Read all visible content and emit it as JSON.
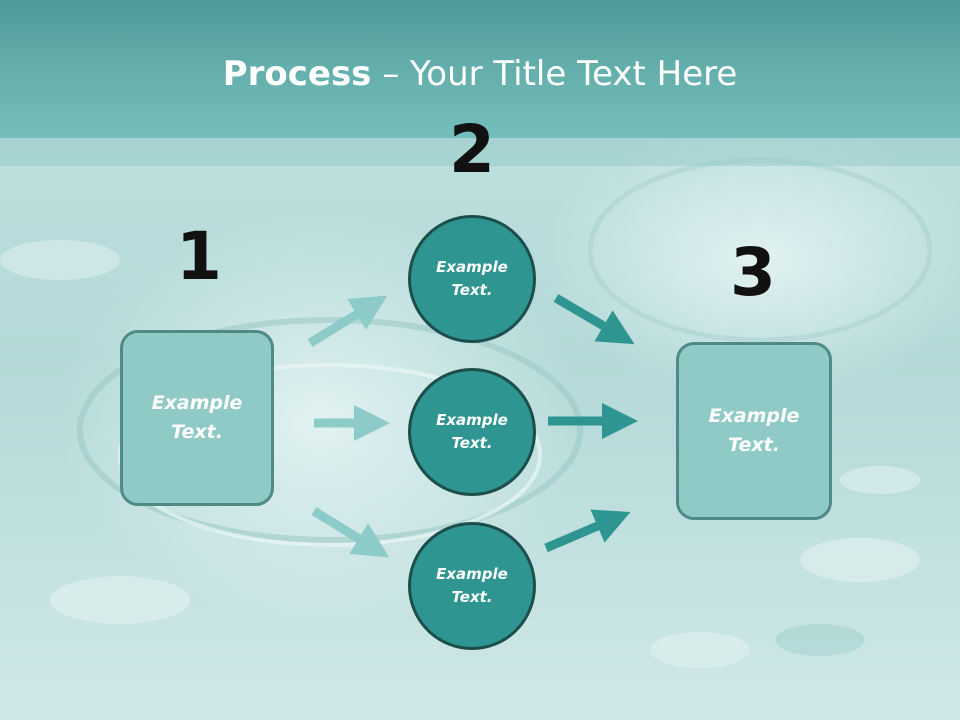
{
  "slide": {
    "title_bold": "Process",
    "title_rest": " – Your Title Text Here"
  },
  "steps": {
    "one": {
      "number": "1",
      "text": "Example Text."
    },
    "two": {
      "number": "2",
      "items": [
        {
          "text": "Example Text."
        },
        {
          "text": "Example Text."
        },
        {
          "text": "Example Text."
        }
      ]
    },
    "three": {
      "number": "3",
      "text": "Example Text."
    }
  },
  "colors": {
    "header": "#62acaa",
    "box_fill": "#8fcac6",
    "box_border": "#4f8a86",
    "circle_fill": "#2f9590",
    "circle_border": "#1c4e4b",
    "arrow_light": "#8ccbc7",
    "arrow_dark": "#2f9590"
  }
}
